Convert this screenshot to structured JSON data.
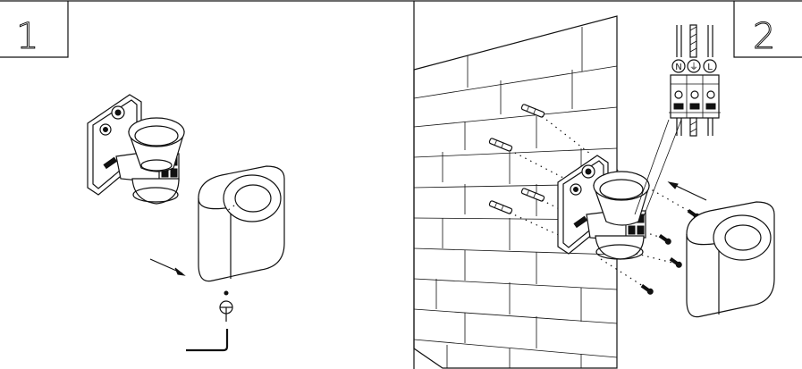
{
  "step1": {
    "number": "1"
  },
  "step2": {
    "number": "2"
  },
  "terminal": {
    "labels": [
      "N",
      "⏚",
      "L"
    ]
  }
}
